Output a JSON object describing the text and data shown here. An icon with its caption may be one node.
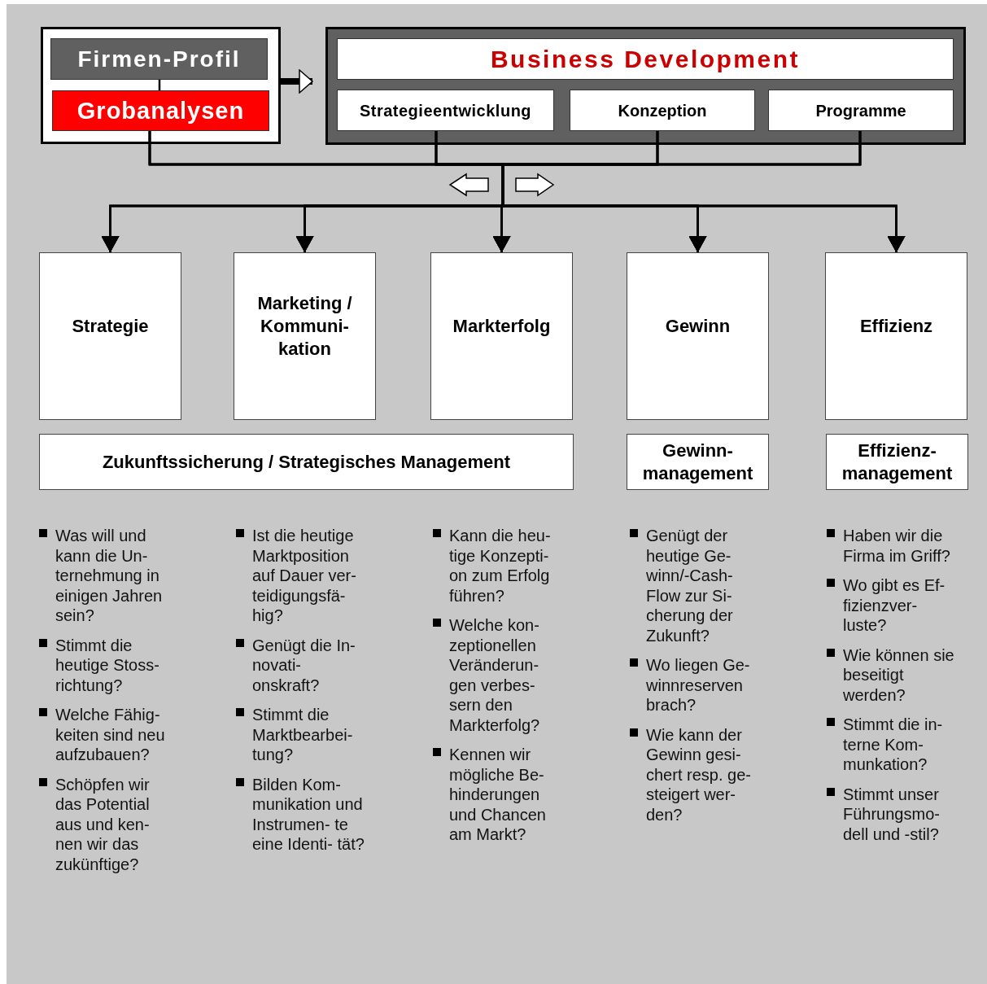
{
  "diagram": {
    "nodes": [
      {
        "text": [],
        "shape": "box"
      },
      {
        "text": [
          "Firmen-Profil"
        ],
        "in": 0
      },
      {
        "text": [
          "Grobanalysen"
        ],
        "in": 0
      },
      {
        "text": [],
        "shape": "box"
      },
      {
        "text": [
          "Business Development"
        ],
        "in": 3
      },
      {
        "text": [
          "Strategieentwicklung"
        ],
        "in": 3
      },
      {
        "text": [
          "Konzeption"
        ],
        "in": 3
      },
      {
        "text": [
          "Programme"
        ],
        "in": 3
      },
      {
        "text": [
          "Strategie"
        ]
      },
      {
        "text": [
          "Marketing / Kommuni- kation"
        ]
      },
      {
        "text": [
          "Markterfolg"
        ]
      },
      {
        "text": [
          "Gewinn"
        ]
      },
      {
        "text": [
          "Effizienz"
        ]
      },
      {
        "text": [
          "Zukunftssicherung / Strategisches Management"
        ]
      },
      {
        "text": [
          "Gewinn- management"
        ]
      },
      {
        "text": [
          "Effizienz- management"
        ]
      }
    ],
    "edges": [
      {
        "from": 1,
        "to": 2,
        "arrow": "none"
      },
      {
        "from": 0,
        "to": 3,
        "arrow": "to",
        "style": "thick"
      },
      {
        "from": 2,
        "to": 8,
        "arrow": "to"
      },
      {
        "from": 2,
        "to": 9,
        "arrow": "to"
      },
      {
        "from": 2,
        "to": 10,
        "arrow": "to"
      },
      {
        "from": 2,
        "to": 11,
        "arrow": "to"
      },
      {
        "from": 2,
        "to": 12,
        "arrow": "to"
      },
      {
        "from": 5,
        "to": 8,
        "arrow": "to"
      },
      {
        "from": 5,
        "to": 9,
        "arrow": "to"
      },
      {
        "from": 5,
        "to": 10,
        "arrow": "to"
      },
      {
        "from": 5,
        "to": 11,
        "arrow": "to"
      },
      {
        "from": 5,
        "to": 12,
        "arrow": "to"
      },
      {
        "from": 6,
        "to": 8,
        "arrow": "to"
      },
      {
        "from": 6,
        "to": 9,
        "arrow": "to"
      },
      {
        "from": 6,
        "to": 10,
        "arrow": "to"
      },
      {
        "from": 6,
        "to": 11,
        "arrow": "to"
      },
      {
        "from": 6,
        "to": 12,
        "arrow": "to"
      },
      {
        "from": 7,
        "to": 8,
        "arrow": "to"
      },
      {
        "from": 7,
        "to": 9,
        "arrow": "to"
      },
      {
        "from": 7,
        "to": 10,
        "arrow": "to"
      },
      {
        "from": 7,
        "to": 11,
        "arrow": "to"
      },
      {
        "from": 7,
        "to": 12,
        "arrow": "to"
      }
    ],
    "labels": [
      "Was will und kann die Un- ternehmung in einigen Jahren sein?",
      "Stimmt die heutige Stoss- richtung?",
      "Welche Fähig- keiten sind neu aufzubauen?",
      "Schöpfen wir das Potential aus und ken- nen wir das zukünftige?",
      "Ist die heutige Marktposition auf Dauer ver- teidigungsfä- hig?",
      "Genügt die In- novati- onskraft?",
      "Stimmt die Marktbearbei- tung?",
      "Bilden Kom- munikation und Instrumen- te eine Identi- tät?",
      "Kann die heu- tige Konzepti- on zum Erfolg führen?",
      "Welche kon- zeptionellen Veränderun- gen verbes- sern den Markterfolg?",
      "Kennen wir mögliche Be- hinderungen und Chancen am Markt?",
      "Genügt der heutige Ge- winn/-Cash- Flow zur Si- cherung der Zukunft?",
      "Wo liegen Ge- winnreserven brach?",
      "Wie kann der Gewinn gesi- chert resp. ge- steigert wer- den?",
      "Haben wir die Firma im Griff?",
      "Wo gibt es Ef- fizienzver- luste?",
      "Wie können sie beseitigt werden?",
      "Stimmt die in- terne Kom- munkation?",
      "Stimmt unser Führungsmo- dell und -stil?"
    ]
  }
}
